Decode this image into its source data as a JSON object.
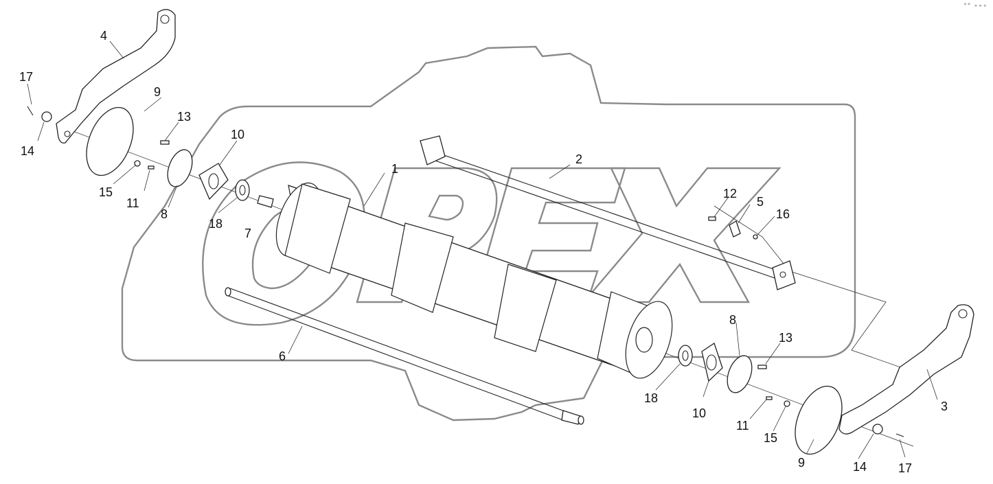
{
  "diagram": {
    "watermark": "OPEX",
    "corner_mark": "°° ∘∘∘",
    "callouts": [
      {
        "id": "c1",
        "text": "1"
      },
      {
        "id": "c2",
        "text": "2"
      },
      {
        "id": "c3",
        "text": "3"
      },
      {
        "id": "c4",
        "text": "4"
      },
      {
        "id": "c5",
        "text": "5"
      },
      {
        "id": "c6",
        "text": "6"
      },
      {
        "id": "c7",
        "text": "7"
      },
      {
        "id": "c8a",
        "text": "8"
      },
      {
        "id": "c8b",
        "text": "8"
      },
      {
        "id": "c9a",
        "text": "9"
      },
      {
        "id": "c9b",
        "text": "9"
      },
      {
        "id": "c10a",
        "text": "10"
      },
      {
        "id": "c10b",
        "text": "10"
      },
      {
        "id": "c11a",
        "text": "11"
      },
      {
        "id": "c11b",
        "text": "11"
      },
      {
        "id": "c12",
        "text": "12"
      },
      {
        "id": "c13a",
        "text": "13"
      },
      {
        "id": "c13b",
        "text": "13"
      },
      {
        "id": "c14a",
        "text": "14"
      },
      {
        "id": "c14b",
        "text": "14"
      },
      {
        "id": "c15a",
        "text": "15"
      },
      {
        "id": "c15b",
        "text": "15"
      },
      {
        "id": "c16",
        "text": "16"
      },
      {
        "id": "c17a",
        "text": "17"
      },
      {
        "id": "c17b",
        "text": "17"
      },
      {
        "id": "c18a",
        "text": "18"
      },
      {
        "id": "c18b",
        "text": "18"
      }
    ]
  }
}
